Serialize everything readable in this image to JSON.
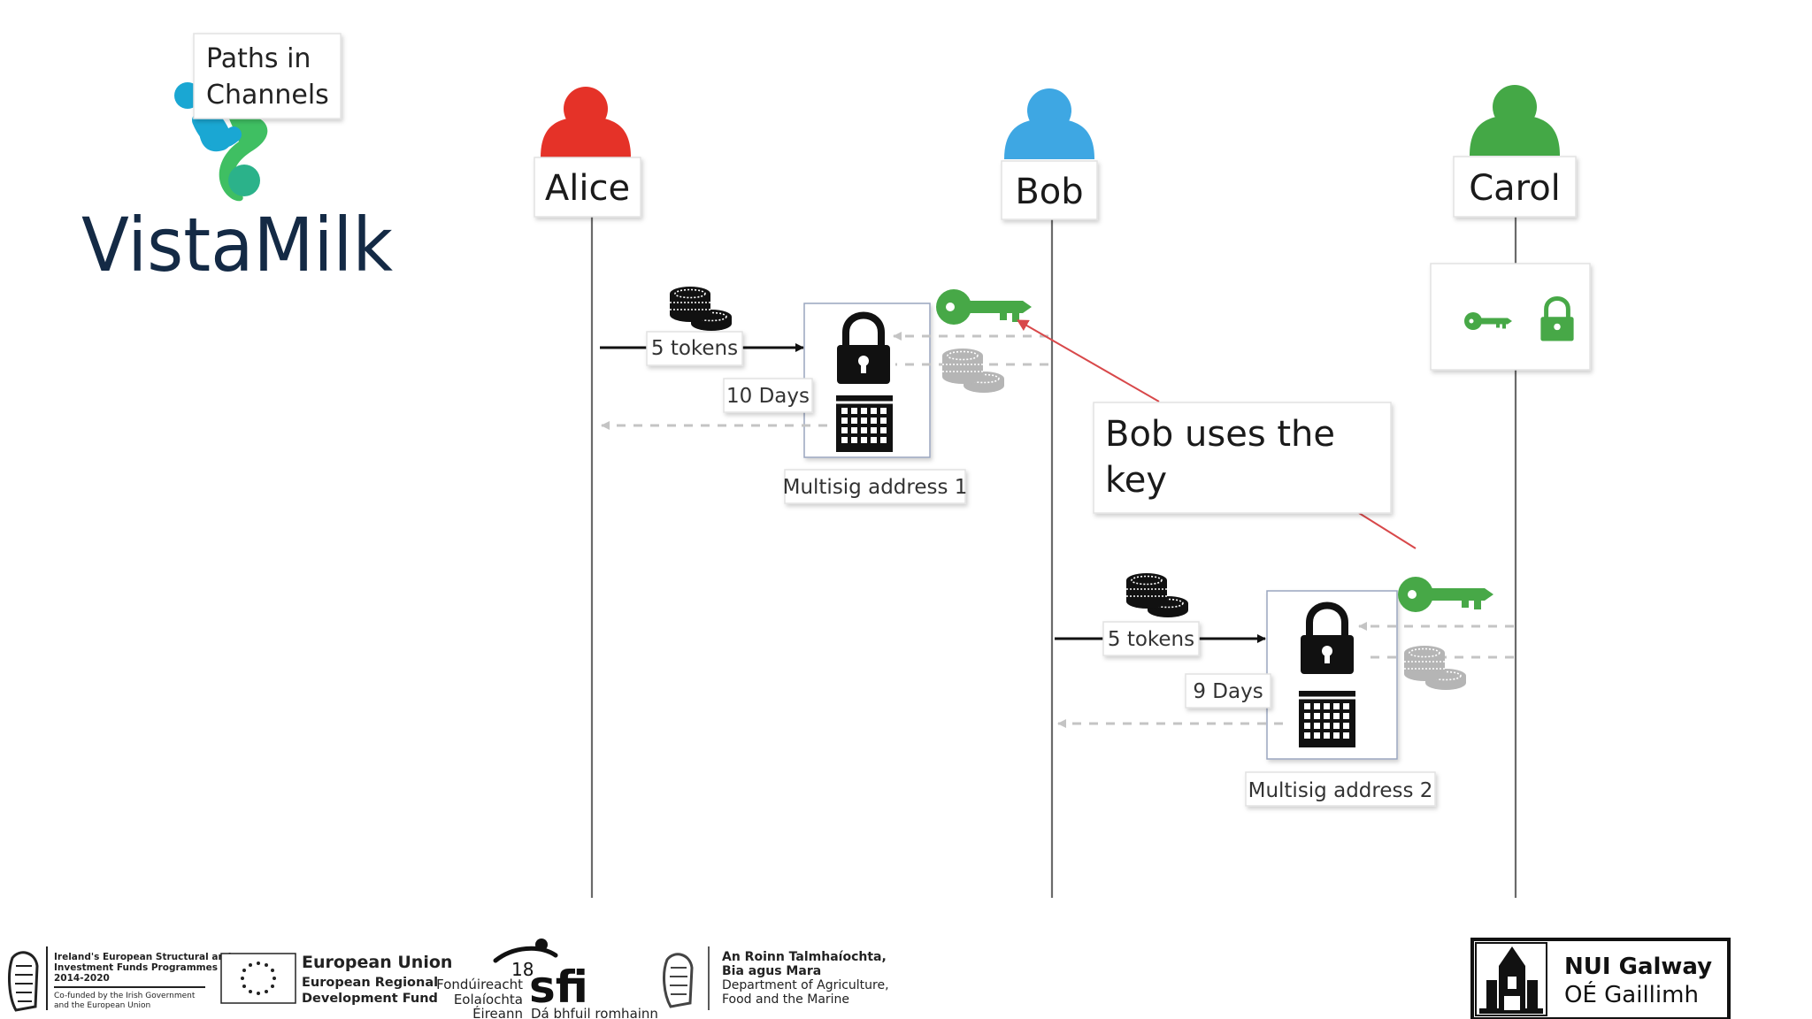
{
  "logo": {
    "tag": [
      "Paths in",
      "Channels"
    ],
    "brand": "VistaMilk"
  },
  "actors": {
    "alice": "Alice",
    "bob": "Bob",
    "carol": "Carol"
  },
  "channel1": {
    "tokens": "5 tokens",
    "days": "10 Days",
    "address": "Multisig address 1"
  },
  "channel2": {
    "tokens": "5 tokens",
    "days": "9 Days",
    "address": "Multisig address 2"
  },
  "callout": [
    "Bob uses the",
    "key"
  ],
  "footer": {
    "esif": [
      "Ireland's European Structural and",
      "Investment Funds Programmes",
      "2014-2020",
      "Co-funded by the Irish Government",
      "and the European Union"
    ],
    "eu": [
      "European Union",
      "European Regional",
      "Development Fund"
    ],
    "sfi": [
      "Fondúireacht",
      "Eolaíochta",
      "Éireann",
      "sfi",
      "18",
      "Dá bhfuil romhainn"
    ],
    "dept": [
      "An Roinn Talmhaíochta,",
      "Bia agus Mara",
      "Department of Agriculture,",
      "Food and the Marine"
    ],
    "nuig": [
      "NUI Galway",
      "OÉ Gaillimh"
    ]
  },
  "colors": {
    "alice": "#e53228",
    "bob": "#3ea7e3",
    "carol": "#44a846",
    "key": "#47a847",
    "brand_text": "#142a45",
    "logo_blue": "#1aa7d3",
    "logo_green": "#3fbf62",
    "callout_line": "#d8484a"
  },
  "icons": [
    "person-icon",
    "coins-icon",
    "padlock-icon",
    "calendar-icon",
    "key-icon",
    "harp-icon",
    "eu-stars-icon",
    "castle-icon"
  ]
}
